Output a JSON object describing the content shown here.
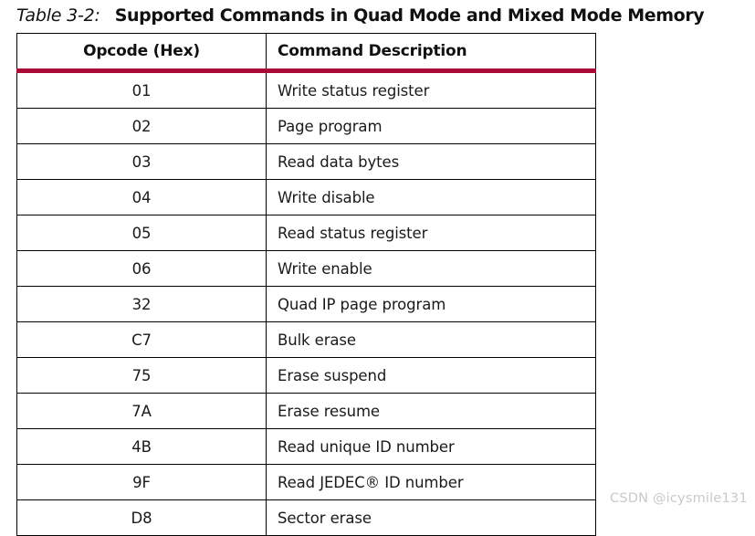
{
  "caption": {
    "label": "Table 3-2:",
    "title": "Supported Commands in Quad Mode and Mixed Mode Memory"
  },
  "table": {
    "columns": [
      "Opcode (Hex)",
      "Command Description"
    ],
    "header_rule_color": "#A90B36",
    "border_color": "#000000",
    "rows": [
      {
        "opcode": "01",
        "description": "Write status register"
      },
      {
        "opcode": "02",
        "description": "Page program"
      },
      {
        "opcode": "03",
        "description": "Read data bytes"
      },
      {
        "opcode": "04",
        "description": "Write disable"
      },
      {
        "opcode": "05",
        "description": "Read status register"
      },
      {
        "opcode": "06",
        "description": "Write enable"
      },
      {
        "opcode": "32",
        "description": "Quad IP page program"
      },
      {
        "opcode": "C7",
        "description": "Bulk erase"
      },
      {
        "opcode": "75",
        "description": "Erase suspend"
      },
      {
        "opcode": "7A",
        "description": "Erase resume"
      },
      {
        "opcode": "4B",
        "description": "Read unique ID number"
      },
      {
        "opcode": "9F",
        "description": "Read JEDEC® ID number"
      },
      {
        "opcode": "D8",
        "description": "Sector erase"
      }
    ]
  },
  "watermark": {
    "text": "CSDN @icysmile131",
    "color": "#c9c9c9"
  }
}
